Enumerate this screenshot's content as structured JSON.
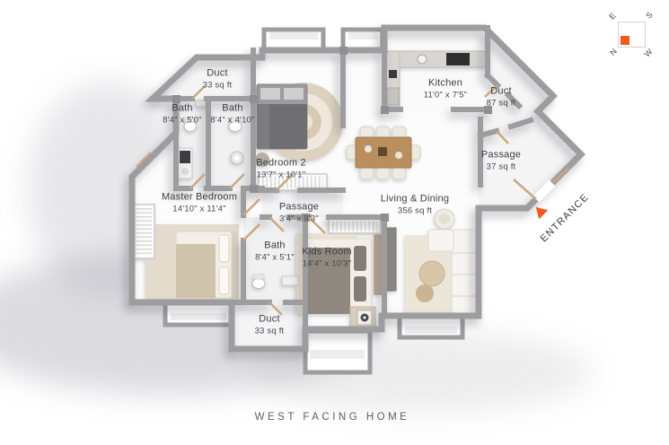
{
  "title": "WEST FACING HOME",
  "entrance_label": "ENTRANCE",
  "compass": {
    "north": "N",
    "south": "S",
    "east": "E",
    "west": "W"
  },
  "rooms": [
    {
      "name": "Duct",
      "dims": "33 sq ft"
    },
    {
      "name": "Bath",
      "dims": "8'4\" x 5'0\""
    },
    {
      "name": "Bath",
      "dims": "8'4\" x 4'10\""
    },
    {
      "name": "Bedroom 2",
      "dims": "13'7\" x 10'1\""
    },
    {
      "name": "Kitchen",
      "dims": "11'0\" x 7'5\""
    },
    {
      "name": "Duct",
      "dims": "87 sq ft"
    },
    {
      "name": "Passage",
      "dims": "37 sq ft"
    },
    {
      "name": "Master Bedroom",
      "dims": "14'10\" x 11'4\""
    },
    {
      "name": "Passage",
      "dims": "3'4\" x 9'3\""
    },
    {
      "name": "Bath",
      "dims": "8'4\" x 5'1\""
    },
    {
      "name": "Kids Room",
      "dims": "14'4\" x 10'3\""
    },
    {
      "name": "Living & Dining",
      "dims": "356 sq ft"
    },
    {
      "name": "Duct",
      "dims": "33 sq ft"
    }
  ],
  "colors": {
    "accent_orange": "#f4581c",
    "wall_gray": "#9d9da0",
    "door_tan": "#c9a97e",
    "floor_white": "#fcfcfc"
  }
}
